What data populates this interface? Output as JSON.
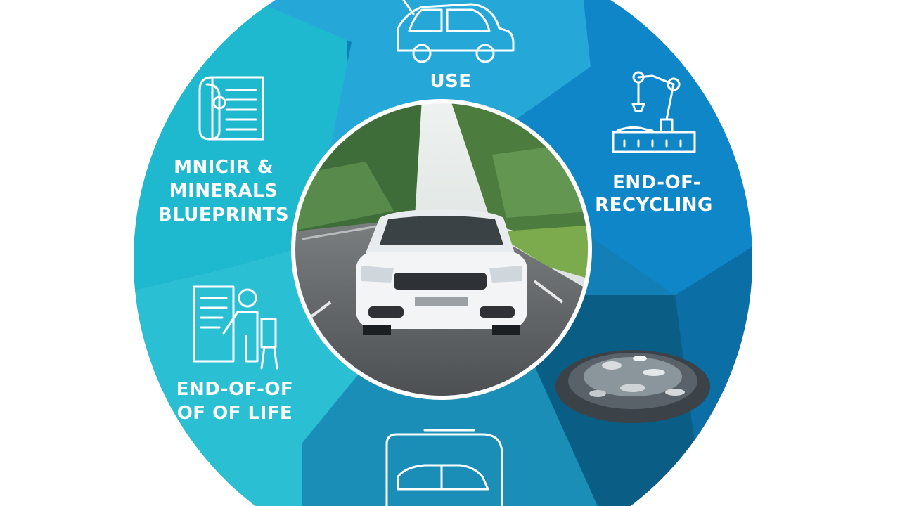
{
  "segments": {
    "use": {
      "label": "USE",
      "color": "#25a8d8"
    },
    "recycling": {
      "line1": "END-OF-",
      "line2": "RECYCLING",
      "color": "#0f86c8"
    },
    "materials": {
      "line1": "MNICIR &",
      "line2": "MINERALS",
      "line3": "BLUEPRINTS",
      "color": "#1fb9cf"
    },
    "end_of_life": {
      "line1": "END-OF-OF",
      "line2": "OF OF LIFE",
      "color": "#2bbfd4"
    },
    "bottom_left": {
      "color": "#1a8eb6"
    },
    "bottom_right": {
      "color": "#0a5d84"
    },
    "right_lower": {
      "color": "#0b6ea5"
    }
  },
  "icons": {
    "top": "car-outline-icon",
    "right": "robotic-arm-icon",
    "left": "blueprint-document-icon",
    "lower_left": "person-at-document-icon",
    "bottom": "van-with-car-icon",
    "lower_right": "shredded-material-icon"
  },
  "center": {
    "subject": "car-on-road-photo"
  }
}
